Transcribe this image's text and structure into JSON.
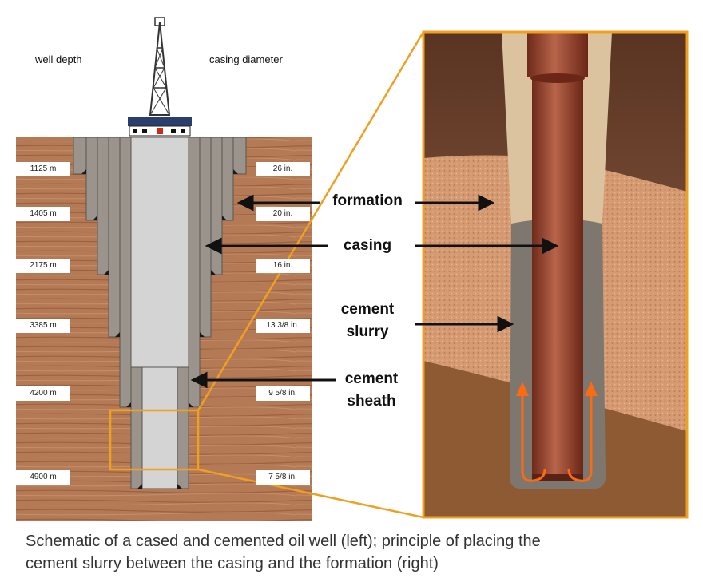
{
  "headers": {
    "left": "well depth",
    "right": "casing diameter"
  },
  "depth_labels": [
    "1125 m",
    "1405 m",
    "2175 m",
    "3385 m",
    "4200 m",
    "4900 m"
  ],
  "diameter_labels": [
    "26 in.",
    "20 in.",
    "16 in.",
    "13 3/8 in.",
    "9 5/8 in.",
    "7 5/8 in."
  ],
  "callouts": {
    "formation": "formation",
    "casing": "casing",
    "cement_slurry_line1": "cement",
    "cement_slurry_line2": "slurry",
    "cement_sheath_line1": "cement",
    "cement_sheath_line2": "sheath"
  },
  "caption": {
    "line1": "Schematic of a cased and cemented oil well (left); principle of placing the",
    "line2": "cement slurry between the casing and the formation (right)"
  },
  "colors": {
    "highlight": "#f0a020",
    "formation": "#b27752",
    "cement": "#9a948c",
    "casing": "#d2d2d2",
    "pipe": "#9e4a32",
    "flow": "#ff6a10"
  }
}
